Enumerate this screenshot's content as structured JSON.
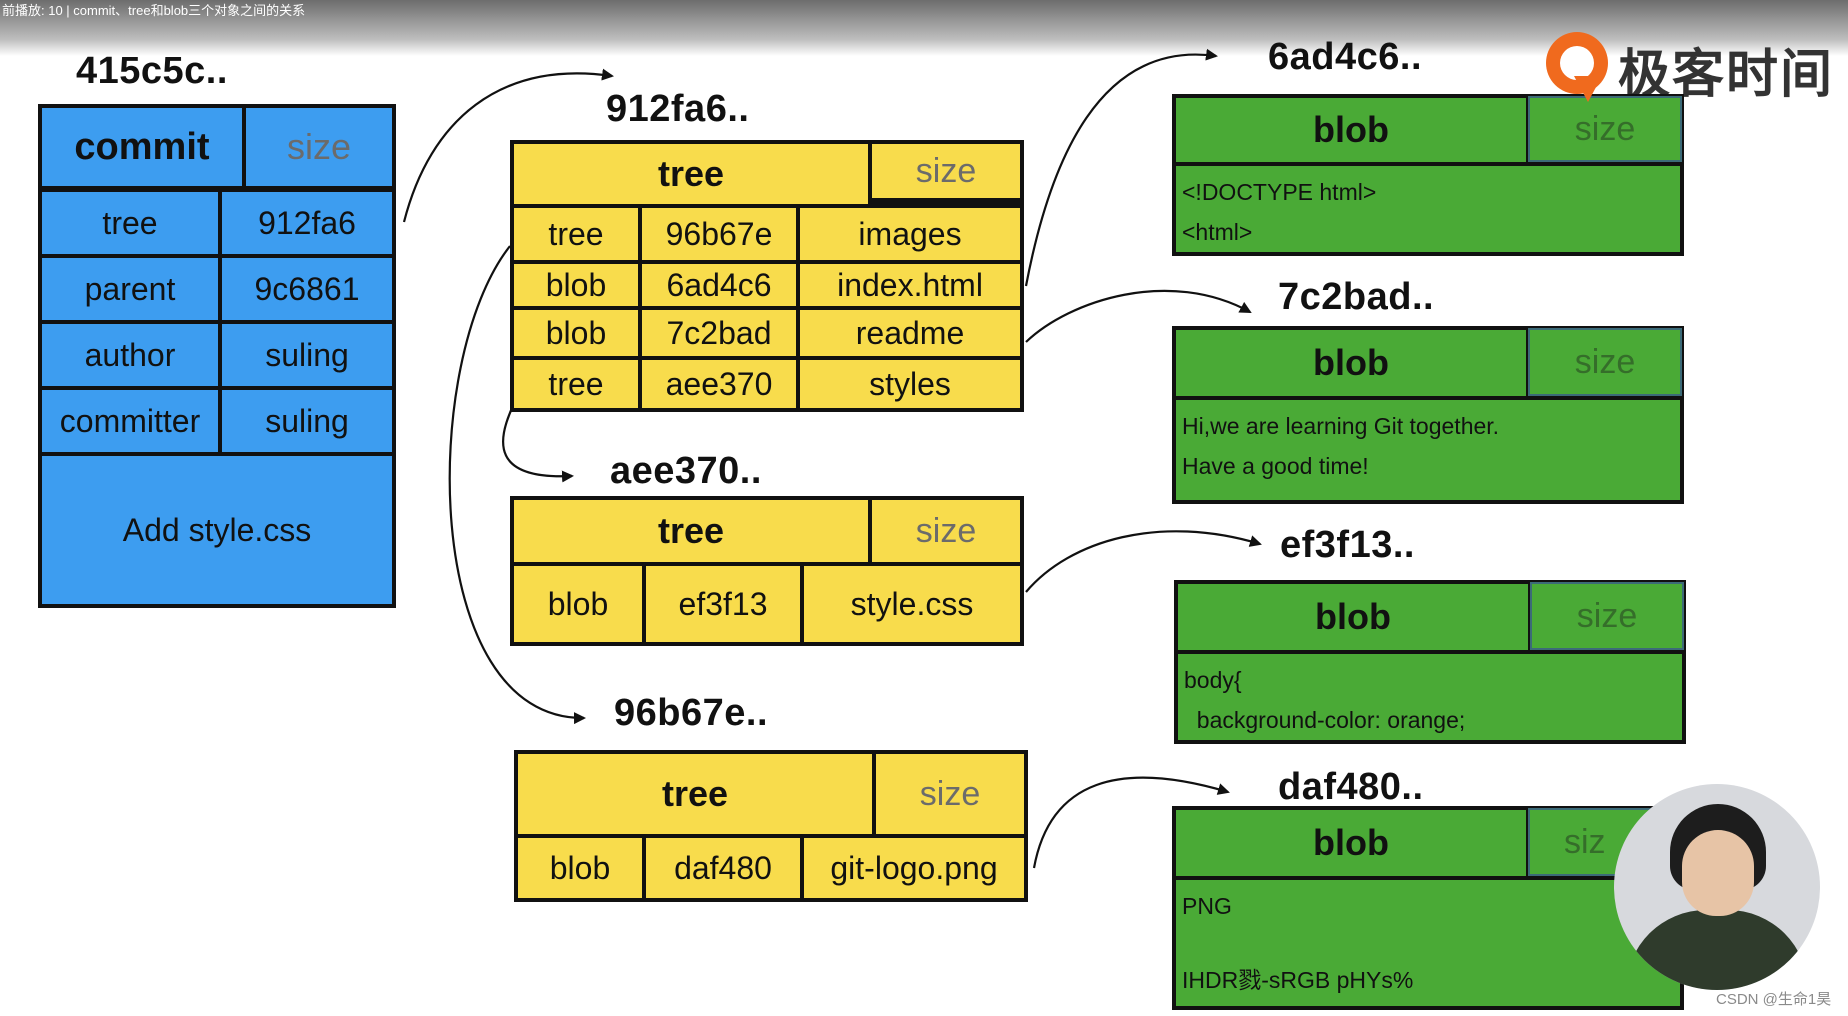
{
  "window": {
    "title": "前播放: 10 | commit、tree和blob三个对象之间的关系"
  },
  "brand": {
    "logo_text": "极客时间",
    "accent_color": "#f06a1e"
  },
  "watermark": "CSDN @生命1昊",
  "colors": {
    "commit": "#3d9df0",
    "tree": "#f8dc4c",
    "blob": "#4aaa36"
  },
  "commit": {
    "hash": "415c5c..",
    "type_label": "commit",
    "size_label": "size",
    "rows": [
      {
        "key": "tree",
        "value": "912fa6"
      },
      {
        "key": "parent",
        "value": "9c6861"
      },
      {
        "key": "author",
        "value": "suling"
      },
      {
        "key": "committer",
        "value": "suling"
      }
    ],
    "message": "Add style.css"
  },
  "trees": [
    {
      "hash": "912fa6..",
      "type_label": "tree",
      "size_label": "size",
      "entries": [
        {
          "type": "tree",
          "hash": "96b67e",
          "name": "images"
        },
        {
          "type": "blob",
          "hash": "6ad4c6",
          "name": "index.html"
        },
        {
          "type": "blob",
          "hash": "7c2bad",
          "name": "readme"
        },
        {
          "type": "tree",
          "hash": "aee370",
          "name": "styles"
        }
      ]
    },
    {
      "hash": "aee370..",
      "type_label": "tree",
      "size_label": "size",
      "entries": [
        {
          "type": "blob",
          "hash": "ef3f13",
          "name": "style.css"
        }
      ]
    },
    {
      "hash": "96b67e..",
      "type_label": "tree",
      "size_label": "size",
      "entries": [
        {
          "type": "blob",
          "hash": "daf480",
          "name": "git-logo.png"
        }
      ]
    }
  ],
  "blobs": [
    {
      "hash": "6ad4c6..",
      "type_label": "blob",
      "size_label": "size",
      "content": [
        "<!DOCTYPE html>",
        "<html>"
      ]
    },
    {
      "hash": "7c2bad..",
      "type_label": "blob",
      "size_label": "size",
      "content": [
        "Hi,we are learning Git together.",
        "Have a good time!"
      ]
    },
    {
      "hash": "ef3f13..",
      "type_label": "blob",
      "size_label": "size",
      "content": [
        "body{",
        "  background-color: orange;"
      ]
    },
    {
      "hash": "daf480..",
      "type_label": "blob",
      "size_label": "siz",
      "content": [
        "PNG",
        "",
        "IHDR戮-sRGB pHYs%"
      ]
    }
  ]
}
